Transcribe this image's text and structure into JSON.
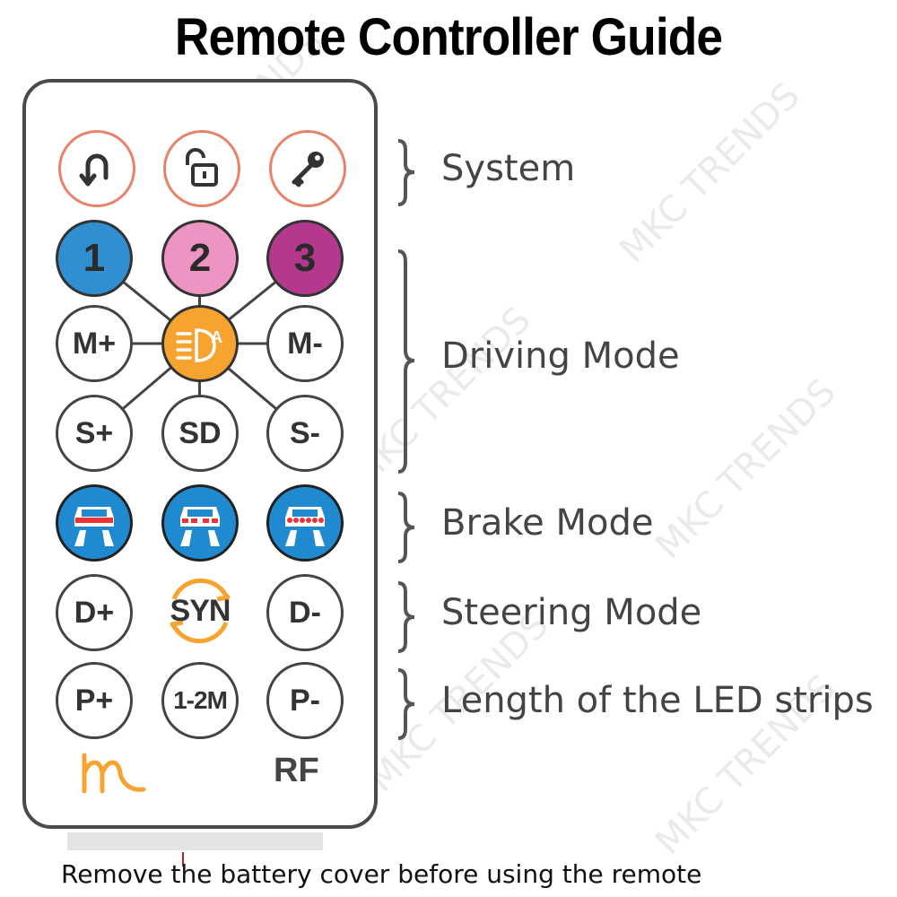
{
  "title": "Remote Controller Guide",
  "groups": {
    "system": "System",
    "driving": "Driving Mode",
    "brake": "Brake Mode",
    "steering": "Steering Mode",
    "length": "Length of the LED strips"
  },
  "buttons": {
    "num1": "1",
    "num2": "2",
    "num3": "3",
    "m_plus": "M+",
    "m_minus": "M-",
    "s_plus": "S+",
    "sd": "SD",
    "s_minus": "S-",
    "d_plus": "D+",
    "syn": "SYN",
    "d_minus": "D-",
    "p_plus": "P+",
    "len": "1-2M",
    "p_minus": "P-",
    "rf": "RF"
  },
  "watermark": "MKC TRENDS",
  "footer": "Remove the battery cover before using the remote",
  "colors": {
    "system_ring": "#e8826a",
    "num1": "#2f8fd0",
    "num2": "#ee94c3",
    "num3": "#b5388f",
    "auto": "#f7a330",
    "brake": "#1f8ad0",
    "syn_arrows": "#f7a330",
    "brand_logo": "#f7a330"
  },
  "icons": {
    "system": [
      "u-turn-arrow-icon",
      "unlock-icon",
      "key-icon"
    ],
    "center": "auto-headlight-icon",
    "brake": [
      "car-brake-light-icon",
      "car-brake-light-icon",
      "car-brake-light-icon"
    ],
    "brand": "brand-m-logo-icon"
  }
}
